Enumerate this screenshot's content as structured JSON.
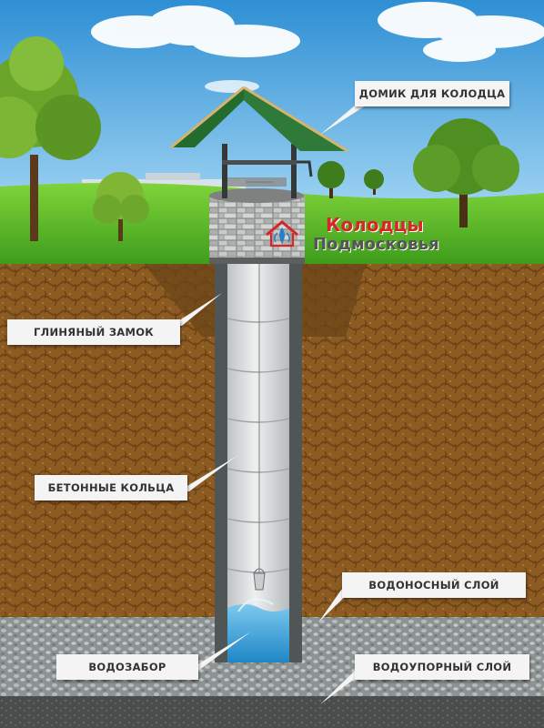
{
  "labels": {
    "well_house": "ДОМИК ДЛЯ КОЛОДЦА",
    "clay_lock": "ГЛИНЯНЫЙ ЗАМОК",
    "concrete_rings": "БЕТОННЫЕ КОЛЬЦА",
    "aquifer": "ВОДОНОСНЫЙ СЛОЙ",
    "water_intake": "ВОДОЗАБОР",
    "aquiclude": "ВОДОУПОРНЫЙ СЛОЙ"
  },
  "logo": {
    "line1": "Колодцы",
    "line2": "Подмосковья",
    "line1_color": "#d7262a",
    "line2_color": "#555555",
    "icon": "house-fountain-icon"
  },
  "colors": {
    "sky": "#3d9ad6",
    "grass": "#5cc128",
    "soil": "#8a5a22",
    "stone_layer": "#8a8f8e",
    "bedrock": "#4a4c4b",
    "roof": "#2f7a38",
    "water": "#3aa1d6"
  }
}
